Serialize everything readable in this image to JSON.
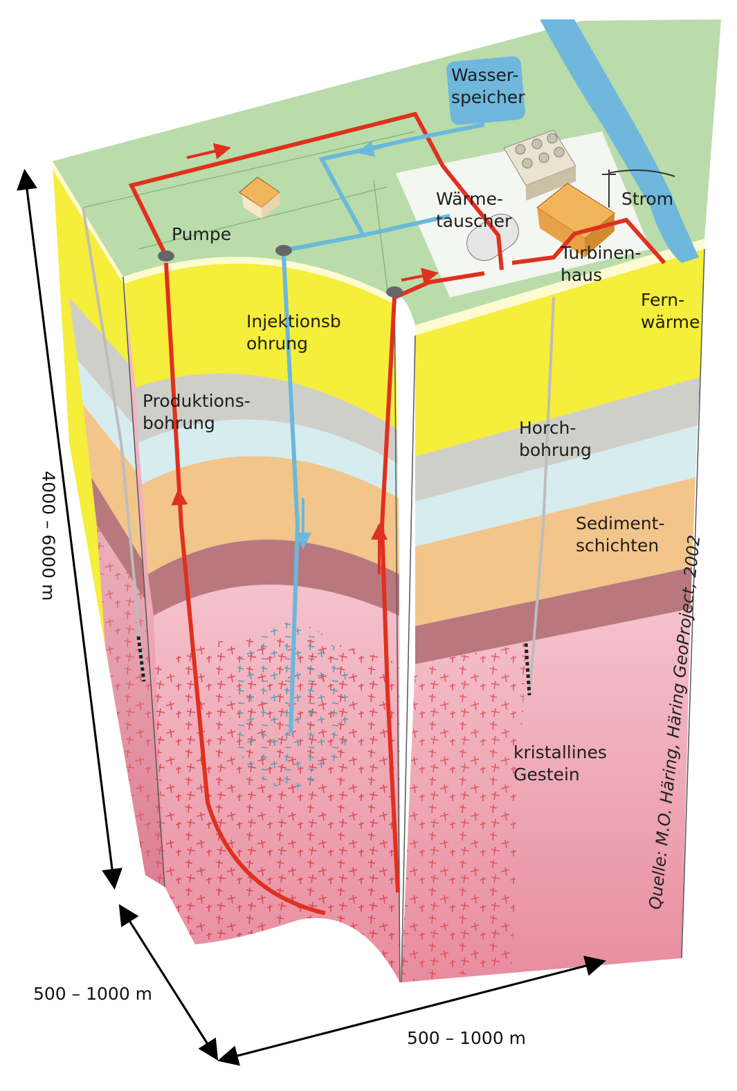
{
  "labels": {
    "wasserspeicher": "Wasser-\nspeicher",
    "waermetauscher": "Wärme-\ntauscher",
    "strom": "Strom",
    "pumpe": "Pumpe",
    "turbinenhaus": "Turbinen-\nhaus",
    "fernwaerme": "Fern-\nwärme",
    "injektionsbohrung": "Injektionsb\nohrung",
    "produktionsbohrung": "Produktions-\nbohrung",
    "horchbohrung": "Horch-\nbohrung",
    "sedimentschichten": "Sediment-\nschichten",
    "kristallines_gestein": "kristallines\nGestein"
  },
  "dimensions": {
    "depth": "4000 – 6000 m",
    "width_left": "500 – 1000 m",
    "width_right": "500 – 1000 m"
  },
  "source": "Quelle: M.O. Häring, Häring GeoProject, 2002",
  "colors": {
    "surface": "#b9dcaa",
    "yellow_layer": "#f5ee3a",
    "grey_layer": "#cfcfc9",
    "lightblue_layer": "#d7ecee",
    "orange_layer": "#f2c58a",
    "mauve_layer": "#b8787e",
    "crystalline": "#f0a7b6",
    "hot_pipe": "#e0301e",
    "cold_pipe": "#6ab8dc",
    "river": "#6fb7dc"
  }
}
